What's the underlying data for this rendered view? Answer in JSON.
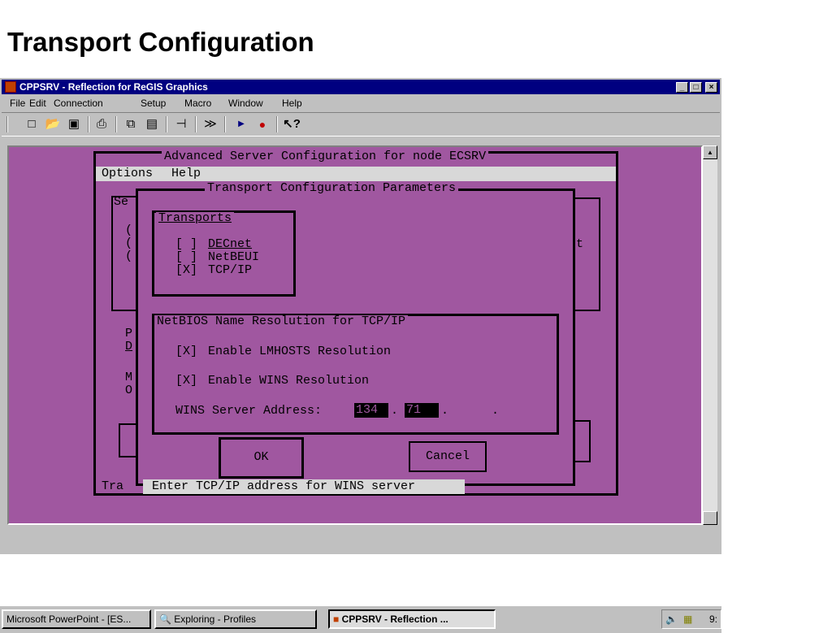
{
  "slide": {
    "title": "Transport Configuration"
  },
  "window": {
    "title": "CPPSRV - Reflection for ReGIS Graphics",
    "controls": {
      "minimize": "_",
      "maximize": "□",
      "close": "×"
    },
    "menu": [
      "File",
      "Edit",
      "Connection",
      "Setup",
      "Macro",
      "Window",
      "Help"
    ],
    "toolbar_icons": [
      "new-icon",
      "open-icon",
      "save-icon",
      "print-icon",
      "copy-icon",
      "paste-icon",
      "connect-icon",
      "macro-icon",
      "play-icon",
      "record-icon",
      "help-pointer-icon"
    ]
  },
  "terminal": {
    "outer_title": "Advanced Server Configuration for node ECSRV",
    "outer_menu": {
      "options": "Options",
      "help": "Help"
    },
    "bg_fragments": {
      "se": "Se",
      "paren1": "(",
      "paren2": "(",
      "paren3": "(",
      "t": "t",
      "p": "P",
      "d": "D",
      "m": "M",
      "o": "O",
      "tra": "Tra"
    },
    "dialog": {
      "title": "Transport Configuration Parameters",
      "transports": {
        "label": "Transports",
        "items": [
          {
            "check": "[ ]",
            "label": "DECnet"
          },
          {
            "check": "[ ]",
            "label": "NetBEUI"
          },
          {
            "check": "[X]",
            "label": "TCP/IP"
          }
        ]
      },
      "netbios": {
        "label": "NetBIOS Name Resolution for TCP/IP",
        "lmhosts": {
          "check": "[X]",
          "label": "Enable LMHOSTS Resolution"
        },
        "wins": {
          "check": "[X]",
          "label": "Enable WINS Resolution"
        },
        "wins_address_label": "WINS Server Address:",
        "octets": [
          "134",
          "71",
          "",
          ""
        ]
      },
      "ok": "OK",
      "cancel": "Cancel"
    },
    "status_line": "Enter TCP/IP address for WINS server"
  },
  "taskbar": {
    "items": [
      "Microsoft PowerPoint - [ES...",
      "Exploring - Profiles",
      "CPPSRV - Reflection ..."
    ],
    "clock": "9:"
  },
  "colors": {
    "terminal_bg": "#a057a0",
    "titlebar": "#000080",
    "chrome": "#c0c0c0"
  }
}
